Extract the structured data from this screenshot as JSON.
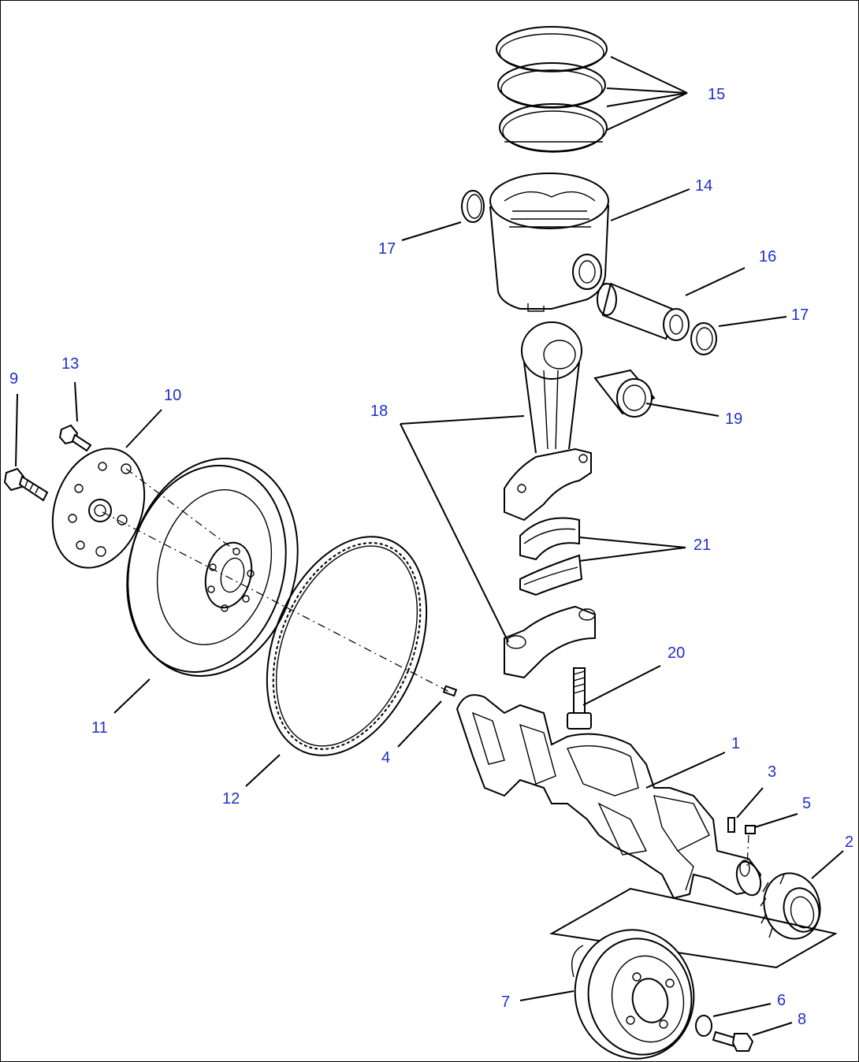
{
  "diagram": {
    "labels": [
      {
        "id": "1",
        "text": "1"
      },
      {
        "id": "2",
        "text": "2"
      },
      {
        "id": "3",
        "text": "3"
      },
      {
        "id": "4",
        "text": "4"
      },
      {
        "id": "5",
        "text": "5"
      },
      {
        "id": "6",
        "text": "6"
      },
      {
        "id": "7",
        "text": "7"
      },
      {
        "id": "8",
        "text": "8"
      },
      {
        "id": "9",
        "text": "9"
      },
      {
        "id": "10",
        "text": "10"
      },
      {
        "id": "11",
        "text": "11"
      },
      {
        "id": "12",
        "text": "12"
      },
      {
        "id": "13",
        "text": "13"
      },
      {
        "id": "14",
        "text": "14"
      },
      {
        "id": "15",
        "text": "15"
      },
      {
        "id": "16",
        "text": "16"
      },
      {
        "id": "17a",
        "text": "17"
      },
      {
        "id": "17b",
        "text": "17"
      },
      {
        "id": "18",
        "text": "18"
      },
      {
        "id": "19",
        "text": "19"
      },
      {
        "id": "20",
        "text": "20"
      },
      {
        "id": "21",
        "text": "21"
      }
    ]
  },
  "colors": {
    "label": "#1f2fc8",
    "line": "#000000",
    "background": "#ffffff"
  }
}
